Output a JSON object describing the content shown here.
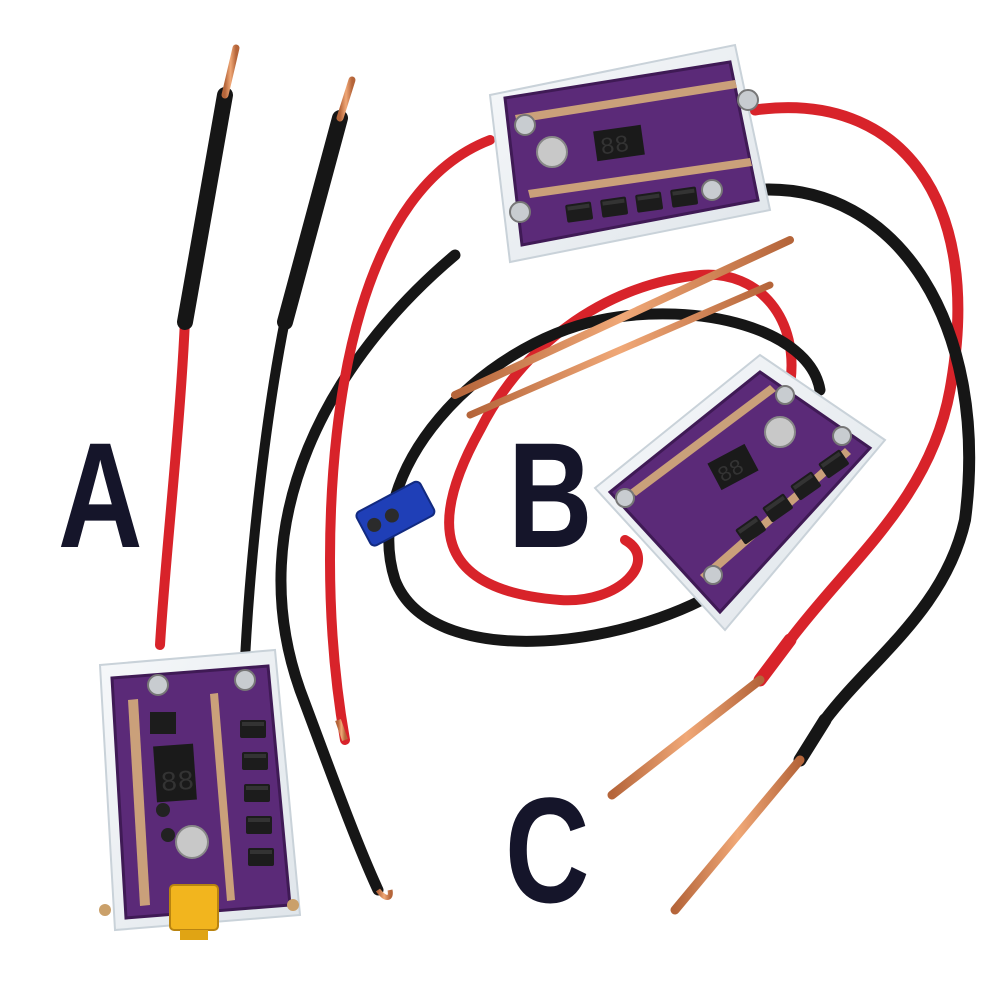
{
  "labels": {
    "a": "A",
    "b": "B",
    "c": "C"
  },
  "colors": {
    "background": "#ffffff",
    "label": "#15152a",
    "pcb": "#5b2a78",
    "pcb_dark": "#3f1a55",
    "wire_red": "#d8232a",
    "wire_black": "#161616",
    "copper": "#d9885a",
    "acrylic": "#e9eef2",
    "connector_yellow": "#f2b51e",
    "connector_blue": "#1f3fb7"
  },
  "icons": {
    "board": "spot-welder-pcb-icon",
    "pen": "welding-pen-icon",
    "connector_xt60": "xt60-connector-icon",
    "connector_ec5": "ec5-connector-icon"
  }
}
